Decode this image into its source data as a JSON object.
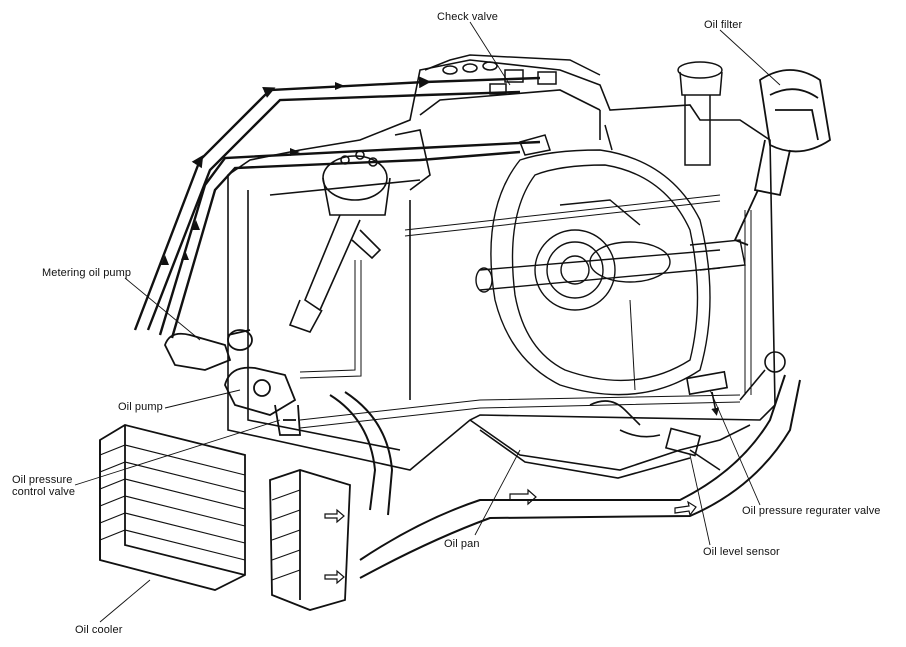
{
  "diagram": {
    "labels": {
      "check_valve": "Check valve",
      "oil_filter": "Oil filter",
      "metering_oil_pump": "Metering oil pump",
      "oil_pump": "Oil pump",
      "oil_pressure_control_valve_line1": "Oil pressure",
      "oil_pressure_control_valve_line2": "control valve",
      "oil_pan": "Oil pan",
      "oil_level_sensor": "Oil level sensor",
      "oil_pressure_regulator_valve": "Oil pressure regurater valve",
      "oil_cooler": "Oil cooler"
    }
  }
}
